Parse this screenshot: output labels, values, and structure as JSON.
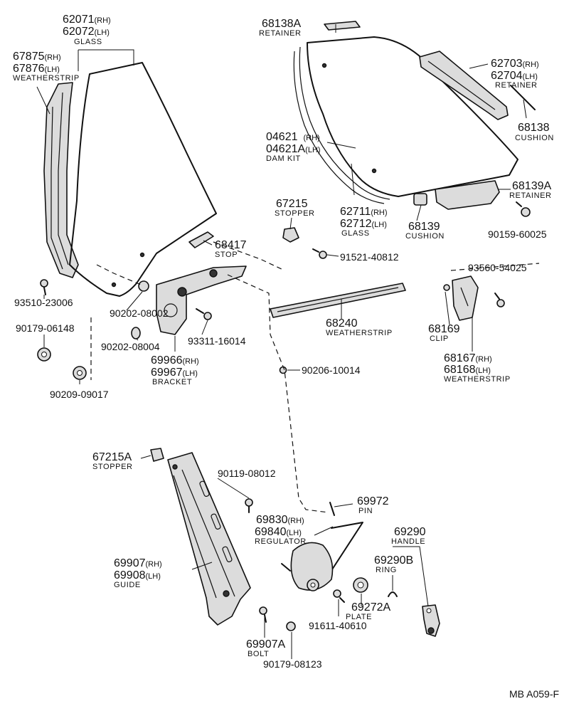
{
  "diagram_code": "MB A059-F",
  "labels": {
    "glass_front": {
      "line1": "62071",
      "sfx1": "(RH)",
      "line2": "62072",
      "sfx2": "(LH)",
      "name": "GLASS"
    },
    "weatherstrip_front": {
      "line1": "67875",
      "sfx1": "(RH)",
      "line2": "67876",
      "sfx2": "(LH)",
      "name": "WEATHERSTRIP"
    },
    "retainer_top": {
      "line1": "68138A",
      "name": "RETAINER"
    },
    "retainer_right": {
      "line1": "62703",
      "sfx1": "(RH)",
      "line2": "62704",
      "sfx2": "(LH)",
      "name": "RETAINER"
    },
    "cushion_top": {
      "line1": "68138",
      "name": "CUSHION"
    },
    "dam_kit": {
      "line1": "04621",
      "sfx1": "(RH)",
      "line2": "04621A",
      "sfx2": "(LH)",
      "name": "DAM KIT"
    },
    "retainer_lower": {
      "line1": "68139A",
      "name": "RETAINER"
    },
    "stopper_upper": {
      "line1": "67215",
      "name": "STOPPER"
    },
    "glass_rear": {
      "line1": "62711",
      "sfx1": "(RH)",
      "line2": "62712",
      "sfx2": "(LH)",
      "name": "GLASS"
    },
    "cushion_lower": {
      "line1": "68139",
      "name": "CUSHION"
    },
    "bolt_90159": {
      "line1": "90159-60025"
    },
    "stop": {
      "line1": "68417",
      "name": "STOP"
    },
    "bolt_91521": {
      "line1": "91521-40812"
    },
    "bolt_93560": {
      "line1": "93560-54025"
    },
    "bolt_93510": {
      "line1": "93510-23006"
    },
    "washer_90202a": {
      "line1": "90202-08002"
    },
    "weatherstrip_belt": {
      "line1": "68240",
      "name": "WEATHERSTRIP"
    },
    "clip": {
      "line1": "68169",
      "name": "CLIP"
    },
    "nut_90179a": {
      "line1": "90179-06148"
    },
    "washer_90202b": {
      "line1": "90202-08004"
    },
    "screw_93311": {
      "line1": "93311-16014"
    },
    "bracket": {
      "line1": "69966",
      "sfx1": "(RH)",
      "line2": "69967",
      "sfx2": "(LH)",
      "name": "BRACKET"
    },
    "weatherstrip_rear": {
      "line1": "68167",
      "sfx1": "(RH)",
      "line2": "68168",
      "sfx2": "(LH)",
      "name": "WEATHERSTRIP"
    },
    "washer_90206": {
      "line1": "90206-10014"
    },
    "nut_90209": {
      "line1": "90209-09017"
    },
    "stopper_lower": {
      "line1": "67215A",
      "name": "STOPPER"
    },
    "bolt_90119": {
      "line1": "90119-08012"
    },
    "pin": {
      "line1": "69972",
      "name": "PIN"
    },
    "regulator": {
      "line1": "69830",
      "sfx1": "(RH)",
      "line2": "69840",
      "sfx2": "(LH)",
      "name": "REGULATOR"
    },
    "handle": {
      "line1": "69290",
      "name": "HANDLE"
    },
    "ring": {
      "line1": "69290B",
      "name": "RING"
    },
    "guide": {
      "line1": "69907",
      "sfx1": "(RH)",
      "line2": "69908",
      "sfx2": "(LH)",
      "name": "GUIDE"
    },
    "plate": {
      "line1": "69272A",
      "name": "PLATE"
    },
    "bolt_91611": {
      "line1": "91611-40610"
    },
    "bolt_69907a": {
      "line1": "69907A",
      "name": "BOLT"
    },
    "nut_90179b": {
      "line1": "90179-08123"
    }
  }
}
